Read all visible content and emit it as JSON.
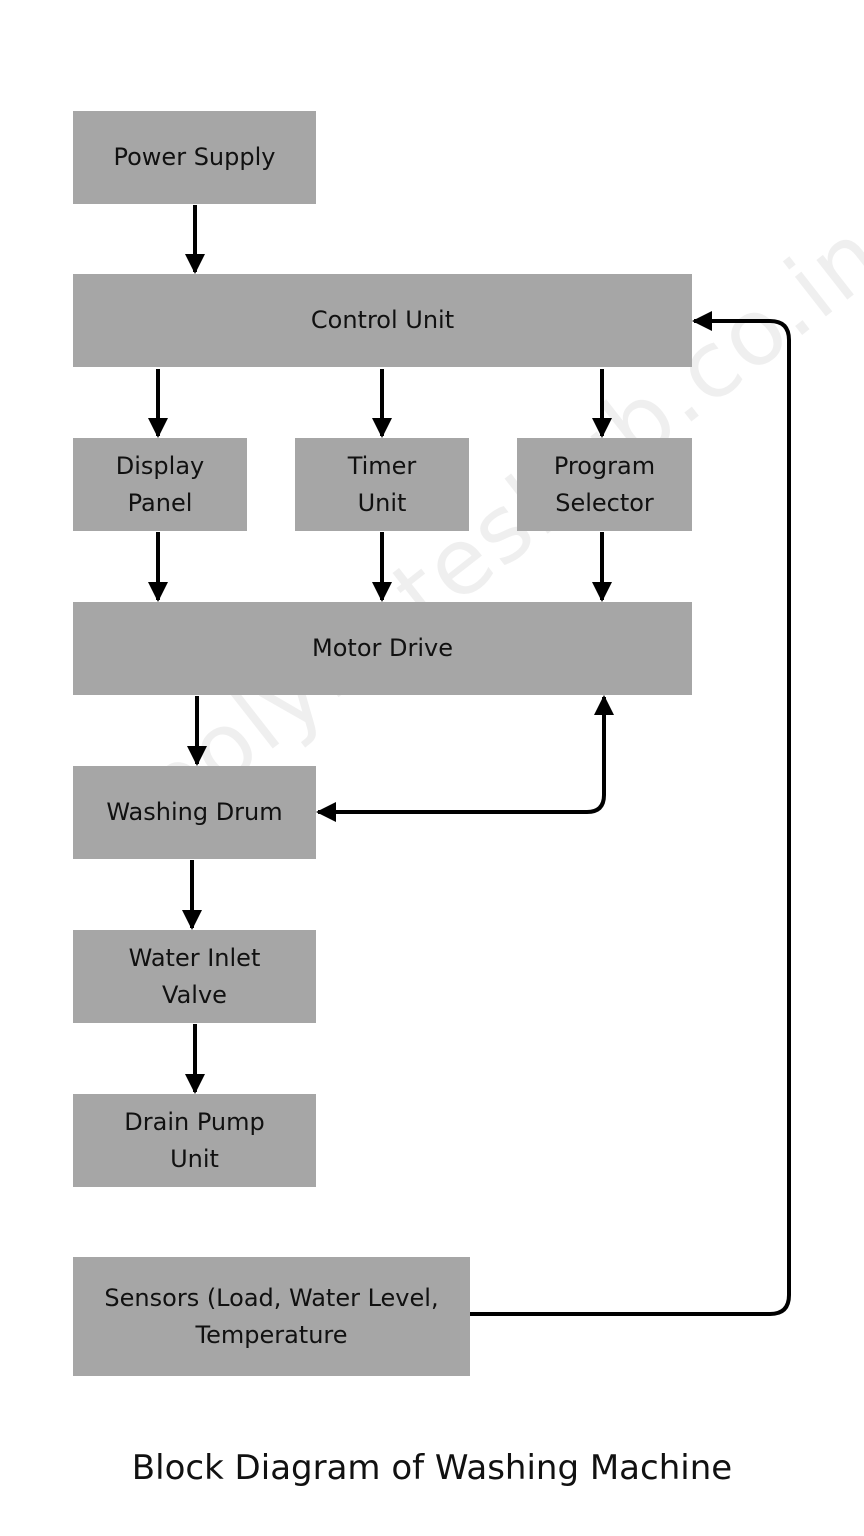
{
  "blocks": {
    "power_supply": "Power Supply",
    "control_unit": "Control Unit",
    "display_panel": [
      "Display",
      "Panel"
    ],
    "timer_unit": [
      "Timer",
      "Unit"
    ],
    "program_selector": [
      "Program",
      "Selector"
    ],
    "motor_drive": "Motor Drive",
    "washing_drum": "Washing Drum",
    "water_inlet_valve": [
      "Water Inlet",
      "Valve"
    ],
    "drain_pump_unit": [
      "Drain Pump",
      "Unit"
    ],
    "sensors": [
      "Sensors (Load, Water Level,",
      "Temperature"
    ]
  },
  "watermark": "polynoteshub.co.in",
  "caption": "Block Diagram of Washing Machine",
  "colors": {
    "block_fill": "#a6a6a6",
    "line": "#000000",
    "text": "#111111"
  }
}
